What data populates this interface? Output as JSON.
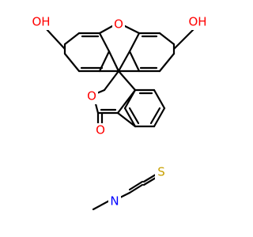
{
  "atom_labels": {
    "hydroxyl_left": "OH",
    "ring_oxygen_top": "O",
    "lactone_oxygen": "O",
    "carbonyl_oxygen": "O",
    "hydroxyl_right": "OH",
    "isothiocyanate_nitrogen": "N",
    "isothiocyanate_sulfur": "S"
  },
  "colors": {
    "bond": "#000000",
    "oxygen": "#ff0000",
    "nitrogen": "#0000ff",
    "sulfur": "#c8a000"
  }
}
